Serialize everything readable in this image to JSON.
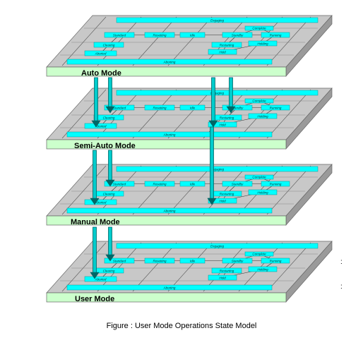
{
  "layers": [
    {
      "mode": "Auto Mode",
      "boxes": {
        "top": "Engaging",
        "bottom": "Aborting",
        "s1": "Standard",
        "s2": "Resetting",
        "s3": "Idle",
        "s4": "Standby",
        "s5": "Complete",
        "s6": "Running",
        "s7": "Restarting",
        "s8": "Holding",
        "s9": "Hold",
        "s10": "Clearing",
        "s11": "Aborted"
      }
    },
    {
      "mode": "Semi-Auto Mode",
      "boxes": {
        "top": "Engaging",
        "bottom": "Aborting",
        "s1": "Standard",
        "s2": "Resetting",
        "s3": "Idle",
        "s4": "Standby",
        "s5": "Complete",
        "s6": "Running",
        "s7": "Restarting",
        "s8": "Holding",
        "s9": "Hold",
        "s10": "Clearing",
        "s11": "Aborted"
      }
    },
    {
      "mode": "Manual Mode",
      "boxes": {
        "top": "Engaging",
        "bottom": "Aborting",
        "s1": "Standard",
        "s2": "Resetting",
        "s3": "Idle",
        "s4": "Standby",
        "s5": "Complete",
        "s6": "Running",
        "s7": "Restarting",
        "s8": "Holding",
        "s9": "Hold",
        "s10": "Clearing",
        "s11": "Aborted"
      }
    },
    {
      "mode": "User Mode",
      "boxes": {
        "top": "Engaging",
        "bottom": "Aborting",
        "s1": "Standard",
        "s2": "Resetting",
        "s3": "Idle",
        "s4": "Standby",
        "s5": "Complete",
        "s6": "Running",
        "s7": "Restarting",
        "s8": "Holding",
        "s9": "Hold",
        "s10": "Clearing",
        "s11": "Aborted"
      }
    }
  ],
  "caption": "Figure : User Mode Operations State Model",
  "side_marks": [
    ":",
    ":"
  ],
  "colors": {
    "plate_top": "#c8c8c8",
    "plate_right": "#9a9a9a",
    "plate_front": "#ccffcc",
    "state_box": "#00ffff",
    "state_box_border": "#009999",
    "arrow": "#006666",
    "arrow_fill": "#00cccc"
  }
}
